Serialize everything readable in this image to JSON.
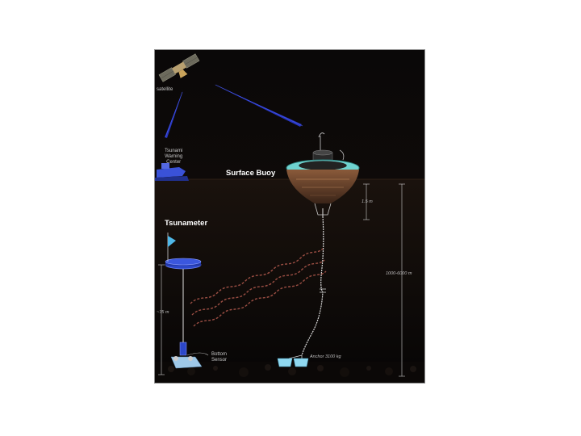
{
  "figure": {
    "labels": {
      "satellite": "satellite",
      "warning_center": "Tsunami\nWarning\nCenter",
      "surface_buoy": "Surface Buoy",
      "tsunameter": "Tsunameter",
      "buoy_height": "1.5 m",
      "mooring_depth": "1000-6000 m",
      "tsunameter_height": "~75 m",
      "bottom_sensor": "Bottom\nSensor",
      "anchor": "Anchor 3100 kg"
    },
    "colors": {
      "background": "#050404",
      "signal": "#2a3bd0",
      "buoy_ring": "#6fd3d0",
      "tsunameter_float": "#2c47c9",
      "waves": "#b45a4e",
      "anchor": "#8fd8f0"
    },
    "icons": [
      "satellite-icon",
      "warning-center-icon",
      "surface-buoy-icon",
      "tsunameter-float-icon",
      "flag-icon",
      "bottom-sensor-icon",
      "anchor-icon"
    ]
  }
}
